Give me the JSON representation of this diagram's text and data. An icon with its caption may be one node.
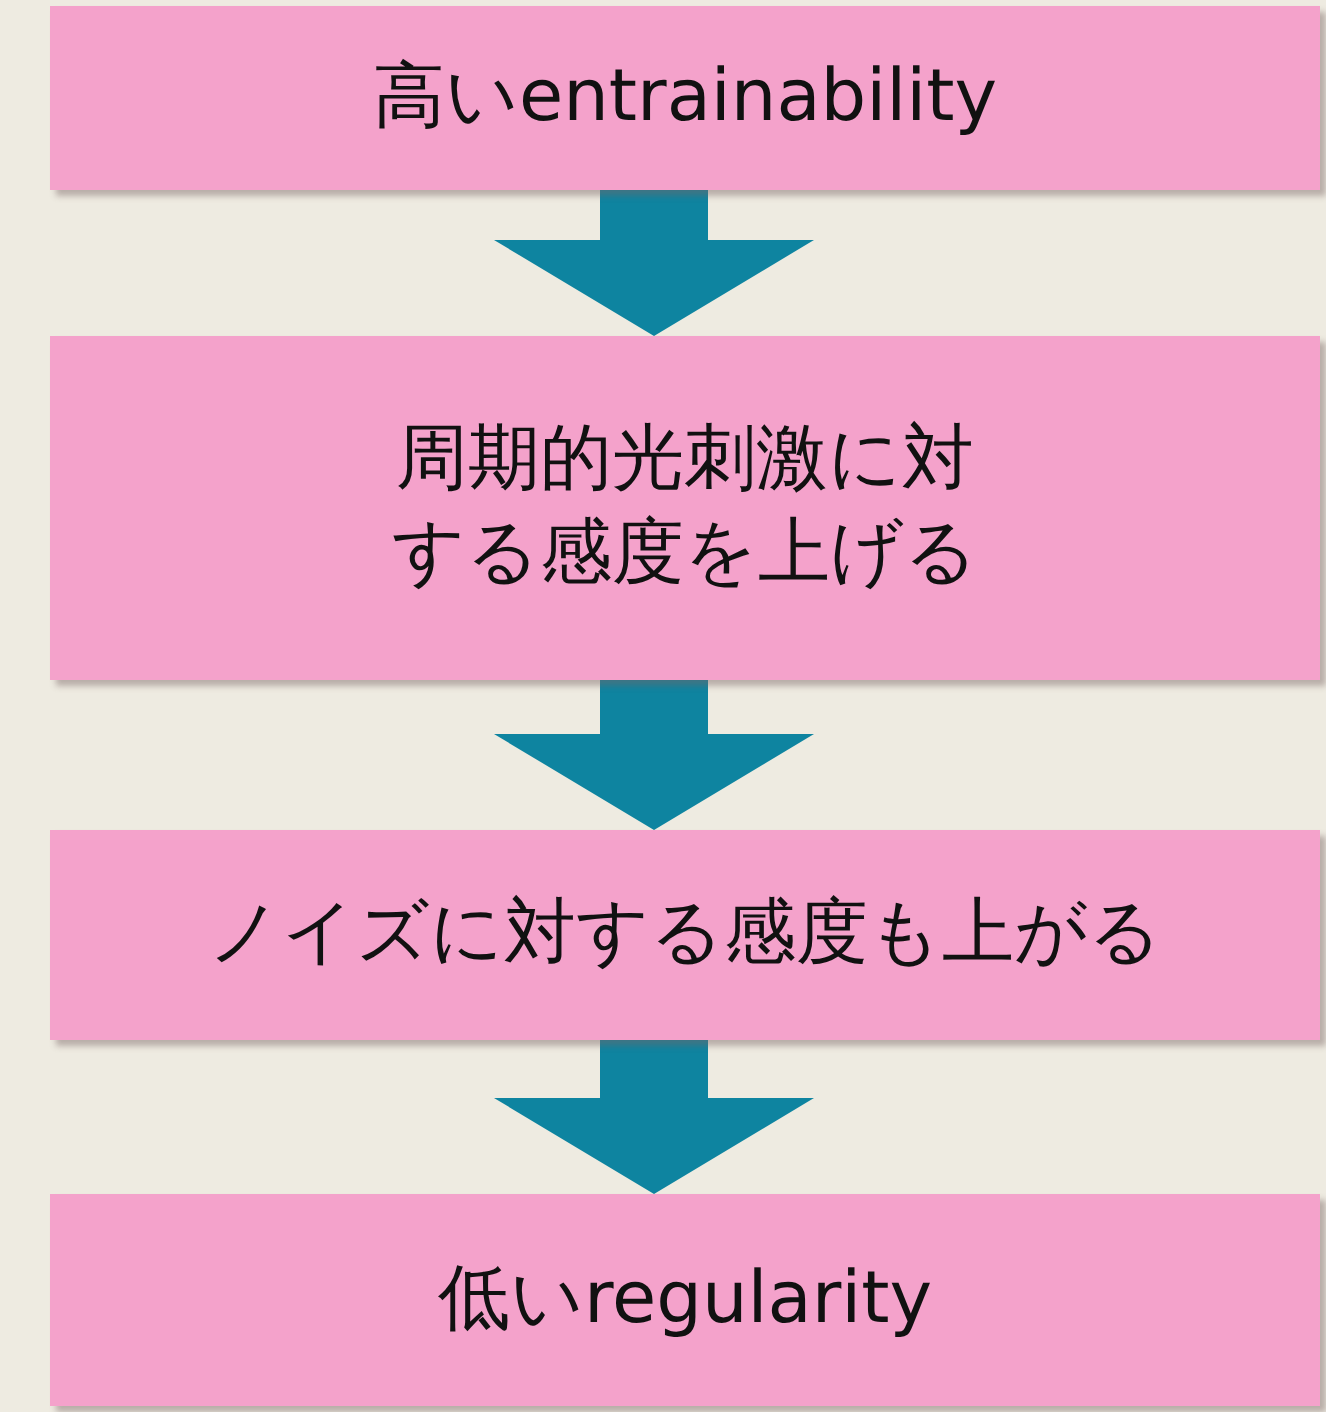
{
  "diagram": {
    "nodes": [
      {
        "text": [
          "高いentrainability"
        ]
      },
      {
        "text": [
          "周期的光刺激に対する感度を上げる"
        ]
      },
      {
        "text": [
          "ノイズに対する感度も上がる"
        ]
      },
      {
        "text": [
          "低いregularity"
        ]
      }
    ],
    "edges": [
      {
        "from": 0,
        "to": 1,
        "arrow": "to"
      },
      {
        "from": 1,
        "to": 2,
        "arrow": "to"
      },
      {
        "from": 2,
        "to": 3,
        "arrow": "to"
      }
    ]
  }
}
